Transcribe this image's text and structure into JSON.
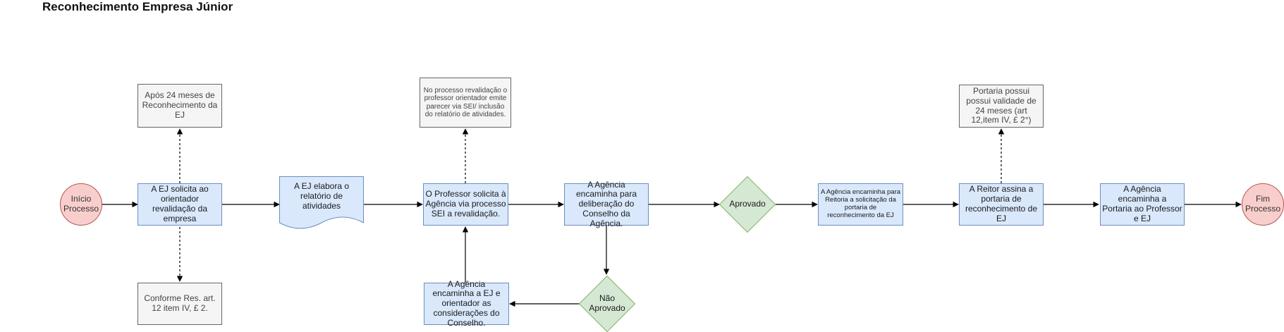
{
  "title": "Reconhecimento Empresa Júnior",
  "colors": {
    "process_fill": "#dae8fc",
    "process_border": "#6c8ebf",
    "note_fill": "#f5f5f5",
    "note_border": "#666666",
    "terminal_fill": "#f8cecc",
    "terminal_border": "#b85450",
    "decision_fill": "#d5e8d4",
    "decision_border": "#82b366"
  },
  "nodes": {
    "start": "Início\nProcesso",
    "end": "Fim\nProcesso",
    "note_24_meses": "Após 24 meses de Reconhecimento da EJ",
    "note_res": "Conforme Res. art. 12  item IV, £ 2.",
    "ej_solicita": "A EJ solicita ao orientador revalidação  da empresa",
    "ej_elabora": "A EJ elabora o relatório de atividades",
    "note_parecer": "No processo revalidação o professor orientador emite parecer  via SEI/ inclusão do relatório de atividades.",
    "professor_solicita": "O Professor solicita à Agência via processo SEI a revalidação.",
    "agencia_deliberacao": "A Agência encaminha para deliberação do Conselho da Agência.",
    "agencia_consideracoes": "A Agência encaminha a EJ e orientador  as considerações do Conselho.",
    "aprovado": "Aprovado",
    "nao_aprovado": "Não\nAprovado",
    "agencia_reitoria": "A Agência encaminha para Reitoria a solicitação da portaria de reconhecimento da EJ",
    "reitor_assina": "A Reitor assina a portaria de reconhecimento de EJ",
    "note_portaria": "Portaria possui possui validade de 24 meses (art 12,item IV, £ 2°)",
    "agencia_portaria": "A Agência encaminha a Portaria ao Professor e EJ"
  }
}
